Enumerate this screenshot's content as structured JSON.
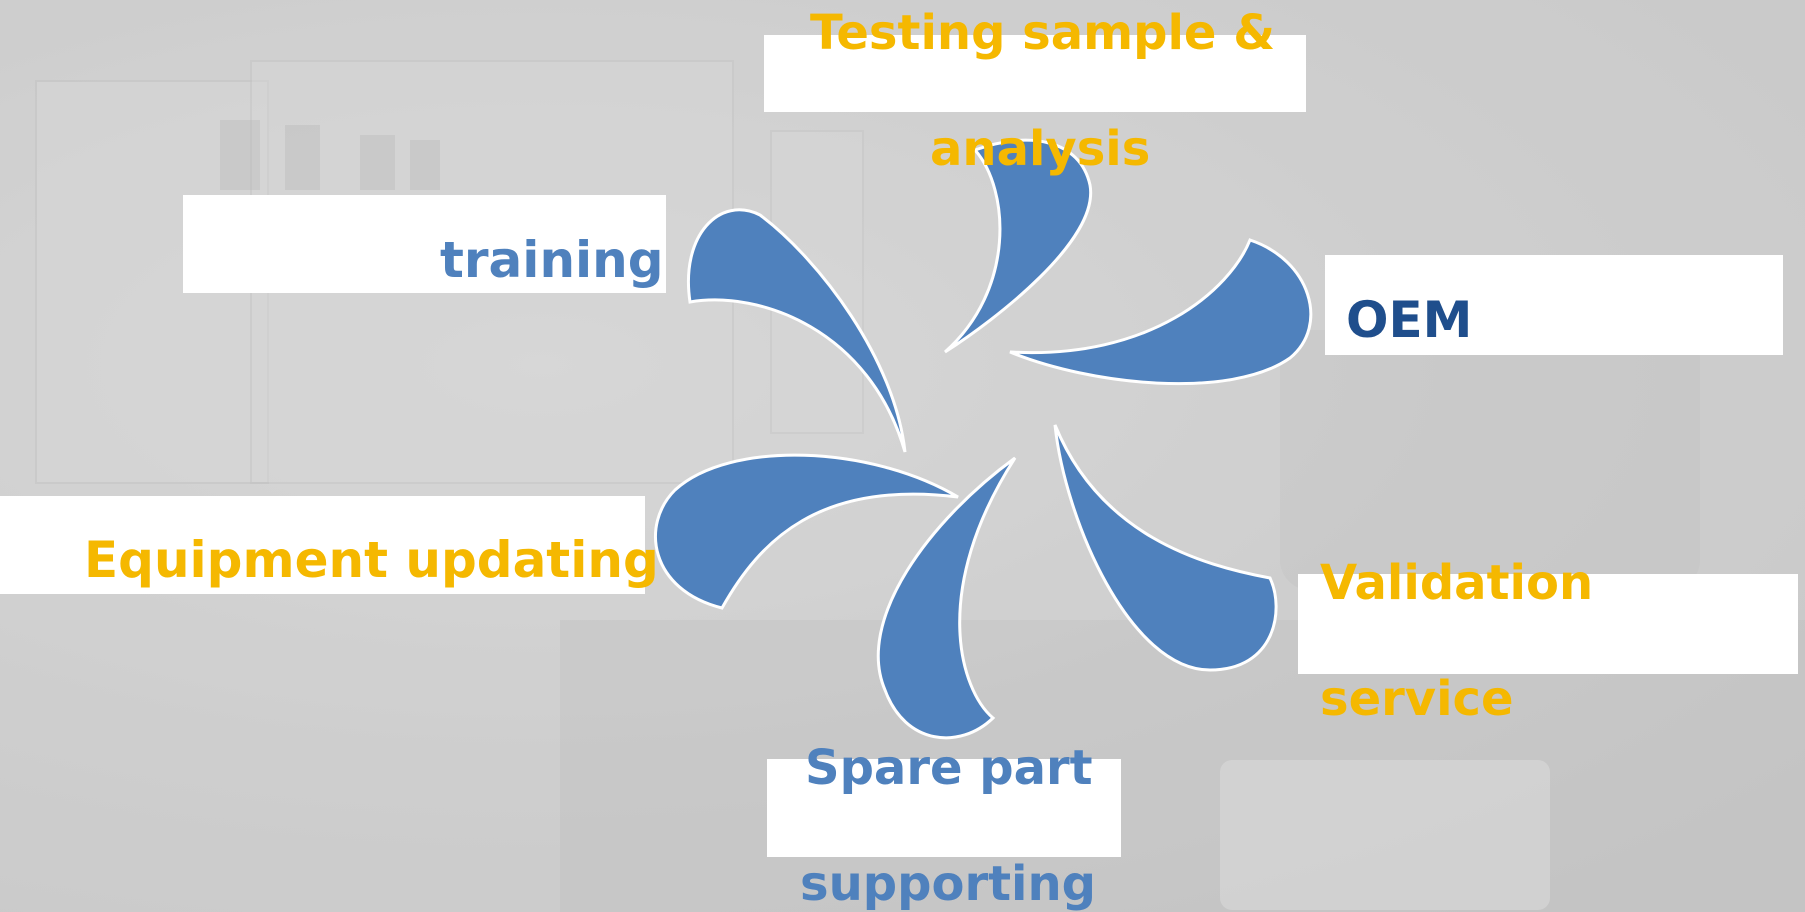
{
  "diagram": {
    "labels": {
      "testing": [
        "Testing sample &",
        "analysis"
      ],
      "training": "training",
      "oem": "OEM",
      "equipment": "Equipment updating",
      "validation": [
        "Validation",
        "service"
      ],
      "spare": [
        "Spare part",
        "supporting"
      ]
    },
    "colors": {
      "petal": "#4f81bd",
      "yellow_text": "#f5b800",
      "blue_text": "#4f81bd",
      "navy_text": "#1f4e8c"
    }
  }
}
